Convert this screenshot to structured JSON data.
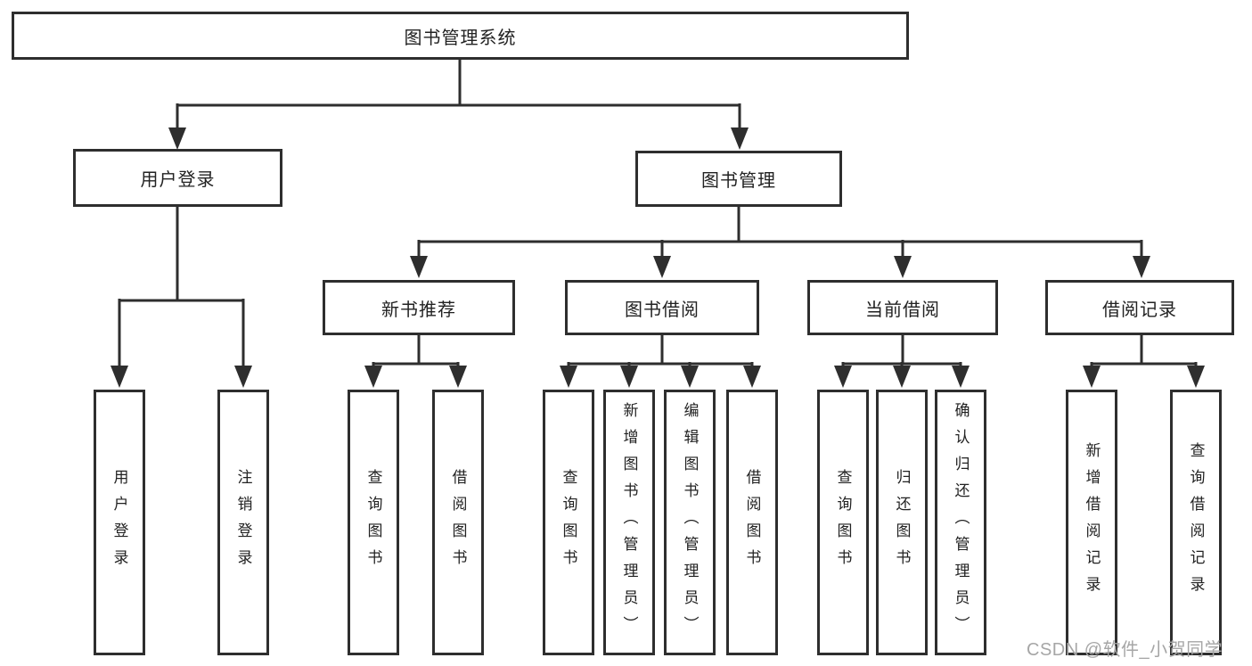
{
  "tree": {
    "root": "图书管理系统",
    "user_login": {
      "label": "用户登录",
      "children": [
        "用户登录",
        "注销登录"
      ]
    },
    "book_mgmt": {
      "label": "图书管理",
      "sections": [
        {
          "label": "新书推荐",
          "children": [
            "查询图书",
            "借阅图书"
          ]
        },
        {
          "label": "图书借阅",
          "children": [
            "查询图书",
            "新增图书（管理员）",
            "编辑图书（管理员）",
            "借阅图书"
          ]
        },
        {
          "label": "当前借阅",
          "children": [
            "查询图书",
            "归还图书",
            "确认归还（管理员）"
          ]
        },
        {
          "label": "借阅记录",
          "children": [
            "新增借阅记录",
            "查询借阅记录"
          ]
        }
      ]
    }
  },
  "watermark": "CSDN @软件_小贺同学",
  "colors": {
    "line": "#2e2e2e",
    "text": "#222222",
    "watermark": "#a6a6a6",
    "background": "#ffffff"
  }
}
